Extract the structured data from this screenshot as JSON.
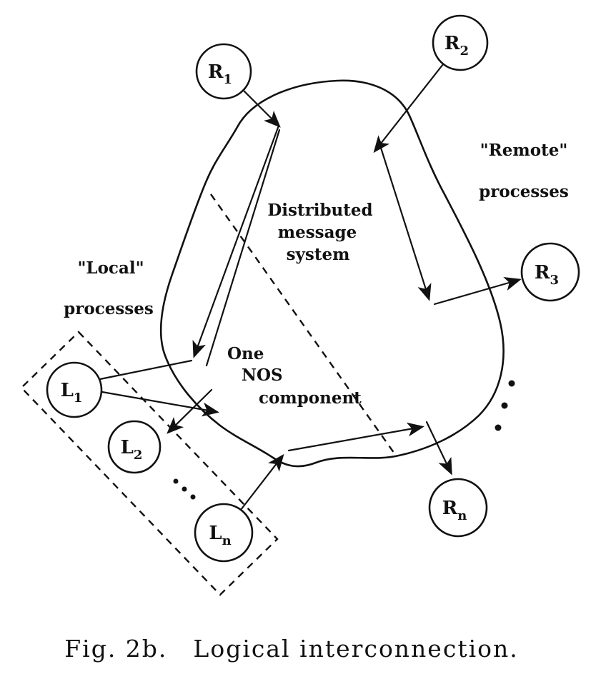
{
  "figure": {
    "caption_prefix": "Fig. 2b.",
    "caption_text": "Logical interconnection."
  },
  "labels": {
    "system_line1": "Distributed",
    "system_line2": "message",
    "system_line3": "system",
    "nos_line1": "One",
    "nos_line2": "NOS",
    "nos_line3": "component",
    "remote_line1": "\"Remote\"",
    "remote_line2": "processes",
    "local_line1": "\"Local\"",
    "local_line2": "processes"
  },
  "nodes": {
    "r1": {
      "base": "R",
      "sub": "1"
    },
    "r2": {
      "base": "R",
      "sub": "2"
    },
    "r3": {
      "base": "R",
      "sub": "3"
    },
    "rn": {
      "base": "R",
      "sub": "n"
    },
    "l1": {
      "base": "L",
      "sub": "1"
    },
    "l2": {
      "base": "L",
      "sub": "2"
    },
    "ln": {
      "base": "L",
      "sub": "n"
    }
  },
  "colors": {
    "ink": "#111111",
    "background": "#ffffff"
  }
}
